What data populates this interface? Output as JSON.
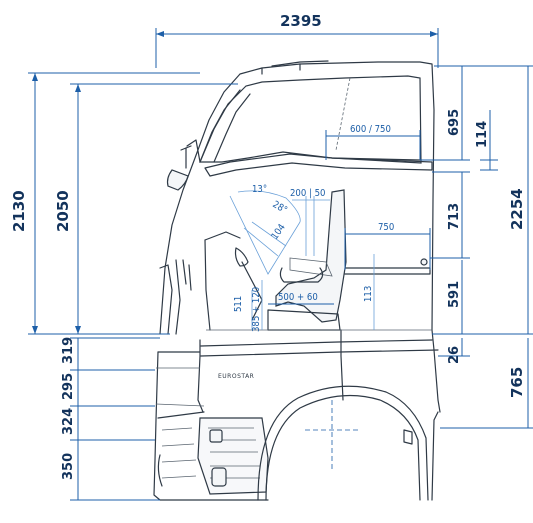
{
  "dimensions": {
    "overall_length": "2395",
    "cab_height_outer": "2130",
    "cab_height_inner": "2050",
    "roof_to_bunk_upper": "695",
    "upper_bunk_offset": "114",
    "bunk_vertical": "713",
    "total_height_right": "2254",
    "lower_bunk_height": "591",
    "floor_step": "26",
    "floor_to_ground": "765",
    "step_1": "319",
    "step_2": "295",
    "step_3": "324",
    "step_4": "350",
    "upper_bunk_width": "600 / 750",
    "lower_bunk_width": "750",
    "seat_fore_aft": "200 | 50",
    "seat_travel": "500 + 60",
    "seat_height": "385 + 120",
    "steering_height": "511",
    "steering_adjust": "104",
    "bunk_height_detail": "113",
    "angle_1": "13°",
    "angle_2": "28°"
  },
  "cab_badge": "EUROSTAR"
}
